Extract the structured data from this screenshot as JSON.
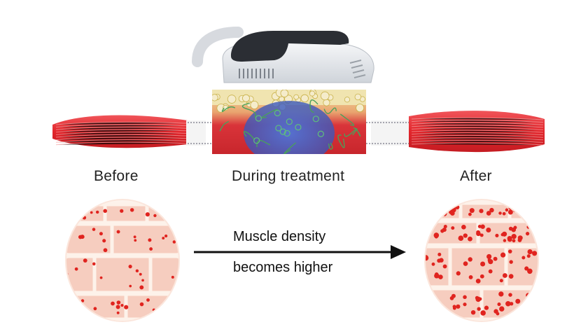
{
  "labels": {
    "before": "Before",
    "during": "During treatment",
    "after": "After"
  },
  "caption": {
    "line1": "Muscle density",
    "line2": "becomes higher"
  },
  "colors": {
    "muscle": "#e53238",
    "muscle_dark": "#b81c22",
    "tissue": "#f6cdbf",
    "cell_border": "#fdf2ea",
    "dot": "#e0241f",
    "arrow": "#111111",
    "device_body": "#e8ebee",
    "device_handle": "#2a2d33",
    "treatment_glow": "#3e5fc4"
  }
}
